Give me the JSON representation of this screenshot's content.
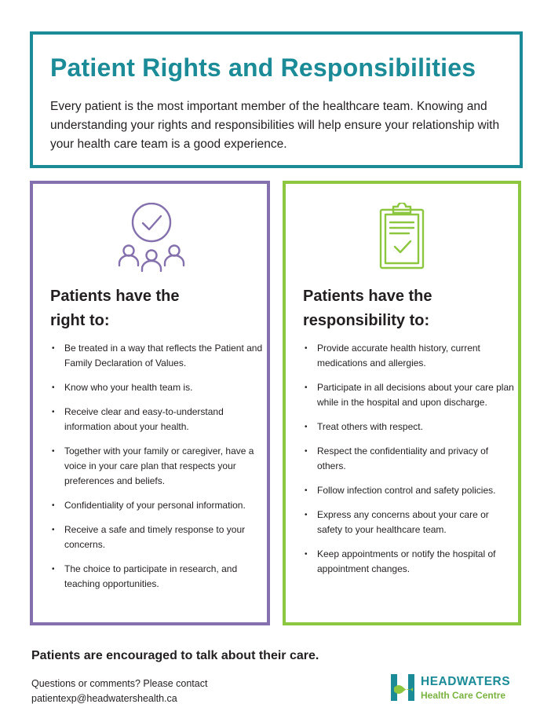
{
  "header": {
    "title": "Patient Rights and Responsibilities",
    "intro": "Every patient is the most important member of the healthcare team. Knowing and understanding your rights and responsibilities will help ensure your relationship with your health care team is a good experience."
  },
  "rights": {
    "heading_line1": "Patients have the",
    "heading_line2": "right to:",
    "icon": "people-check-icon",
    "items": [
      "Be treated in a way that reflects the Patient and Family Declaration of Values.",
      "Know who your health team is.",
      "Receive clear and easy-to-understand information about your health.",
      "Together with your family or caregiver, have a voice in your care plan that respects your preferences and beliefs.",
      "Confidentiality of your personal information.",
      "Receive a safe and timely response to your concerns.",
      "The choice to participate in research, and teaching opportunities."
    ]
  },
  "responsibilities": {
    "heading_line1": "Patients have the",
    "heading_line2": "responsibility to:",
    "icon": "clipboard-check-icon",
    "items": [
      "Provide accurate health history, current medications and allergies.",
      "Participate in all decisions about your care plan while in the hospital and upon discharge.",
      "Treat others with respect.",
      "Respect the confidentiality and privacy of others.",
      "Follow infection control and safety policies.",
      "Express any concerns about your care or safety to your healthcare team.",
      "Keep appointments or notify the hospital of appointment changes."
    ]
  },
  "footer": {
    "tagline": "Patients are encouraged to talk about their care.",
    "contact_line1": "Questions or comments? Please contact",
    "contact_email": "patientexp@headwatershealth.ca"
  },
  "logo": {
    "name": "HEADWATERS",
    "subtitle": "Health Care Centre"
  },
  "colors": {
    "teal": "#1a8b97",
    "purple": "#8470ad",
    "green": "#8dc63f",
    "text": "#231f20"
  }
}
